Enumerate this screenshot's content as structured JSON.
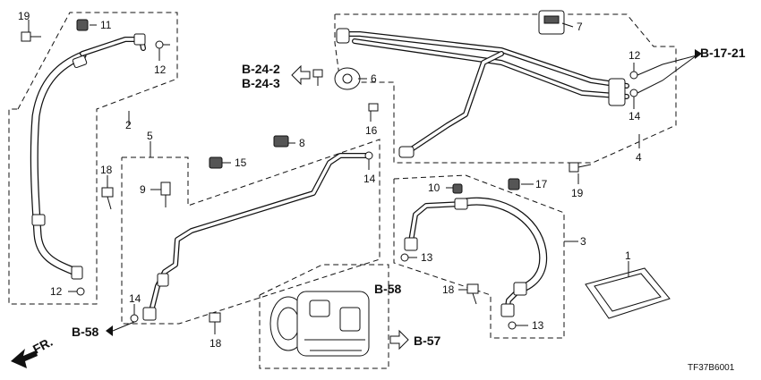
{
  "callouts": {
    "c19a": "19",
    "c11": "11",
    "c12a": "12",
    "c2": "2",
    "c18a": "18",
    "c12b": "12",
    "c5": "5",
    "c9": "9",
    "c15": "15",
    "c8": "8",
    "c14a": "14",
    "c18b": "18",
    "c6": "6",
    "c16": "16",
    "c14b": "14",
    "c7": "7",
    "c12c": "12",
    "c14c": "14",
    "c4": "4",
    "c19b": "19",
    "c10": "10",
    "c17": "17",
    "c3": "3",
    "c13a": "13",
    "c18c": "18",
    "c13b": "13",
    "c1": "1"
  },
  "refs": {
    "b24_2": "B-24-2",
    "b24_3": "B-24-3",
    "b17_21": "B-17-21",
    "b58a": "B-58",
    "b58b": "B-58",
    "b57": "B-57",
    "fr": "FR."
  },
  "diagram_code": "TF37B6001"
}
